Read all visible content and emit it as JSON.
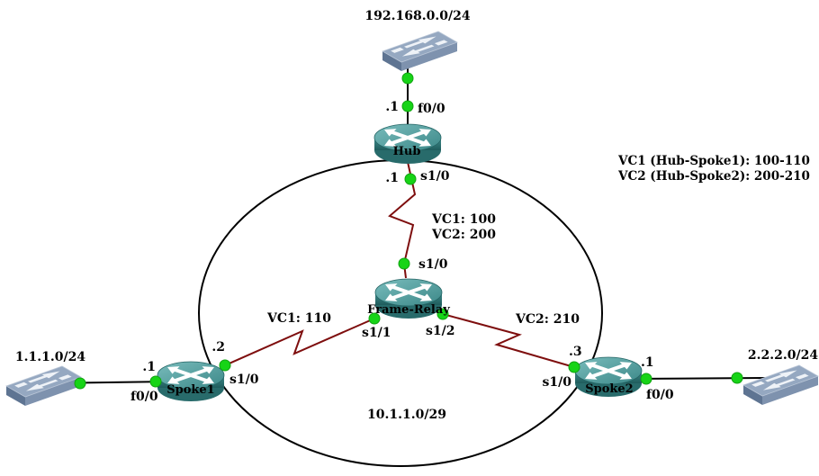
{
  "diagram": {
    "networks": {
      "top": "192.168.0.0/24",
      "left": "1.1.1.0/24",
      "right": "2.2.2.0/24",
      "serial_cloud": "10.1.1.0/29"
    },
    "devices": {
      "hub": {
        "name": "Hub",
        "type": "router"
      },
      "frame_relay": {
        "name": "Frame-Relay",
        "type": "router"
      },
      "spoke1": {
        "name": "Spoke1",
        "type": "router"
      },
      "spoke2": {
        "name": "Spoke2",
        "type": "router"
      }
    },
    "interfaces": {
      "hub_f00": {
        "addr": ".1",
        "name": "f0/0"
      },
      "hub_s10": {
        "addr": ".1",
        "name": "s1/0"
      },
      "fr_s10": {
        "name": "s1/0"
      },
      "fr_s11": {
        "name": "s1/1"
      },
      "fr_s12": {
        "name": "s1/2"
      },
      "spoke1_s10": {
        "addr": ".2",
        "name": "s1/0"
      },
      "spoke1_f00": {
        "addr": ".1",
        "name": "f0/0"
      },
      "spoke2_s10": {
        "addr": ".3",
        "name": "s1/0"
      },
      "spoke2_f00": {
        "addr": ".1",
        "name": "f0/0"
      }
    },
    "vc_labels": {
      "hub_fr_vc1": "VC1: 100",
      "hub_fr_vc2": "VC2: 200",
      "spoke1_vc": "VC1: 110",
      "spoke2_vc": "VC2: 210"
    },
    "annotation": {
      "line1": "VC1 (Hub-Spoke1): 100-110",
      "line2": "VC2 (Hub-Spoke2): 200-210"
    },
    "colors": {
      "serial_link": "#7e0e0e",
      "ethernet_link": "#000000",
      "ellipse_stroke": "#000000",
      "status_up_dot": "#17d417",
      "router_teal": "#3c8888",
      "switch_blue": "#95a8c1"
    }
  }
}
